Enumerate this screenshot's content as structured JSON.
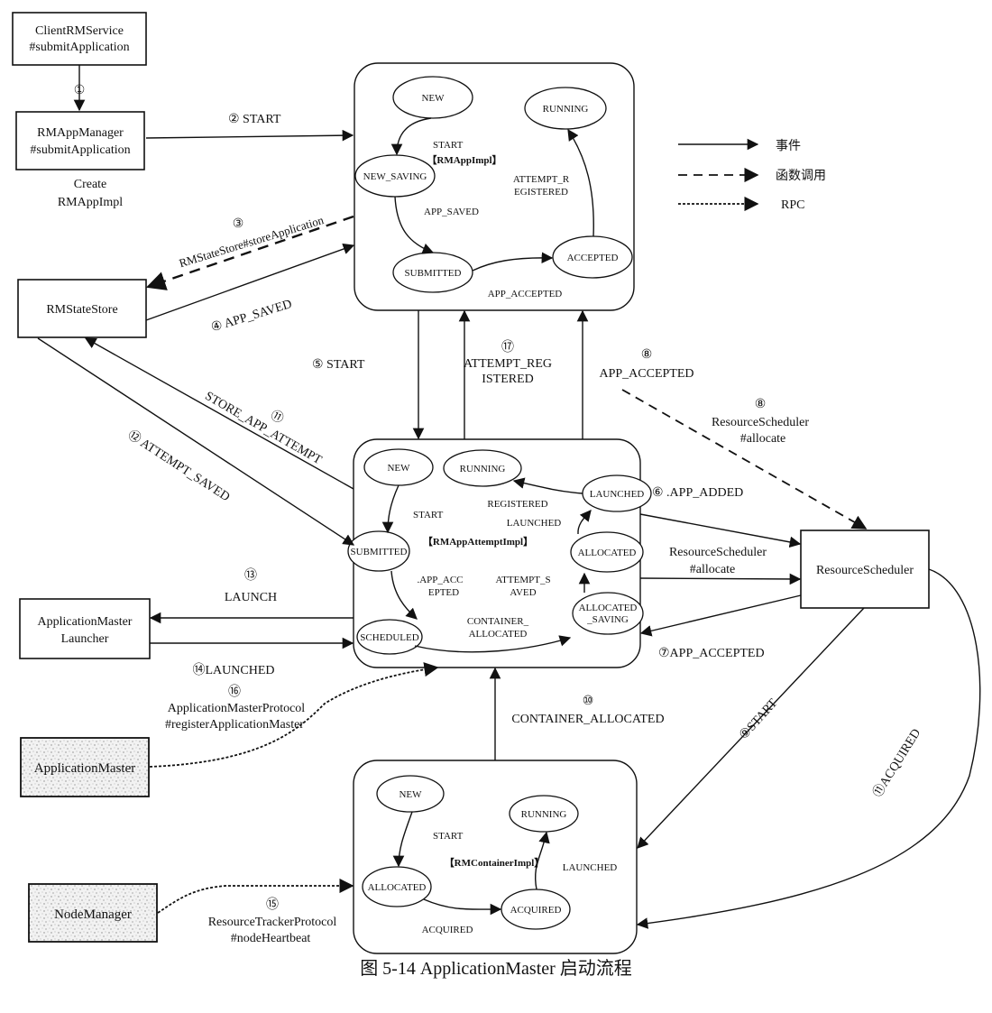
{
  "caption": "图 5-14   ApplicationMaster 启动流程",
  "legend": {
    "event": "事件",
    "function_call": "函数调用",
    "rpc": "RPC"
  },
  "components": {
    "client_rm_service": [
      "ClientRMService",
      "#submitApplication"
    ],
    "rm_app_manager": [
      "RMAppManager",
      "#submitApplication"
    ],
    "rm_app_manager_note": [
      "Create",
      "RMAppImpl"
    ],
    "rm_state_store": "RMStateStore",
    "am_launcher": [
      "ApplicationMaster",
      "Launcher"
    ],
    "application_master": "ApplicationMaster",
    "node_manager": "NodeManager",
    "resource_scheduler": "ResourceScheduler"
  },
  "rm_app_impl": {
    "title": "【RMAppImpl】",
    "states": [
      "NEW",
      "NEW_SAVING",
      "SUBMITTED",
      "ACCEPTED",
      "RUNNING"
    ],
    "transitions": {
      "start": "START",
      "app_saved": "APP_SAVED",
      "app_accepted": "APP_ACCEPTED",
      "attempt_registered": [
        "ATTEMPT_R",
        "EGISTERED"
      ]
    }
  },
  "rm_app_attempt_impl": {
    "title": "【RMAppAttemptImpl】",
    "states": [
      "NEW",
      "RUNNING",
      "LAUNCHED",
      "SUBMITTED",
      "ALLOCATED",
      "SCHEDULED",
      [
        "ALLOCATED",
        "_SAVING"
      ]
    ],
    "transitions": {
      "start": "START",
      "registered": "REGISTERED",
      "launched": "LAUNCHED",
      "app_accepted": [
        ".APP_ACC",
        "EPTED"
      ],
      "attempt_saved": [
        "ATTEMPT_S",
        "AVED"
      ],
      "container_allocated": [
        "CONTAINER_",
        "ALLOCATED"
      ]
    }
  },
  "rm_container_impl": {
    "title": "【RMContainerImpl】",
    "states": [
      "NEW",
      "RUNNING",
      "ALLOCATED",
      "ACQUIRED"
    ],
    "transitions": {
      "start": "START",
      "launched": "LAUNCHED",
      "acquired": "ACQUIRED"
    }
  },
  "edges": {
    "e1": "①",
    "e2": "② START",
    "e3_num": "③",
    "e3": "RMStateStore#storeApplication",
    "e4": "④ APP_SAVED",
    "e5": "⑤ START",
    "e6": "⑥ .APP_ADDED",
    "e7": "⑦APP_ACCEPTED",
    "e8_num": "⑧",
    "e8": "APP_ACCEPTED",
    "e8b_num": "⑧",
    "e8b": [
      "ResourceScheduler",
      "#allocate"
    ],
    "e_alloc": [
      "ResourceScheduler",
      "#allocate"
    ],
    "e9": "⑨START",
    "e10_num": "⑩",
    "e10": "CONTAINER_ALLOCATED",
    "e11": "⑪ACQUIRED",
    "e11b_num": "⑪",
    "e11b": "STORE_APP_ATTEMPT",
    "e12": "⑫ ATTEMPT_SAVED",
    "e13_num": "⑬",
    "e13": "LAUNCH",
    "e14": "⑭LAUNCHED",
    "e15_num": "⑮",
    "e15": [
      "ResourceTrackerProtocol",
      "#nodeHeartbeat"
    ],
    "e16_num": "⑯",
    "e16": [
      "ApplicationMasterProtocol",
      "#registerApplicationMaster"
    ],
    "e17_num": "⑰",
    "e17": [
      "ATTEMPT_REG",
      "ISTERED"
    ]
  }
}
